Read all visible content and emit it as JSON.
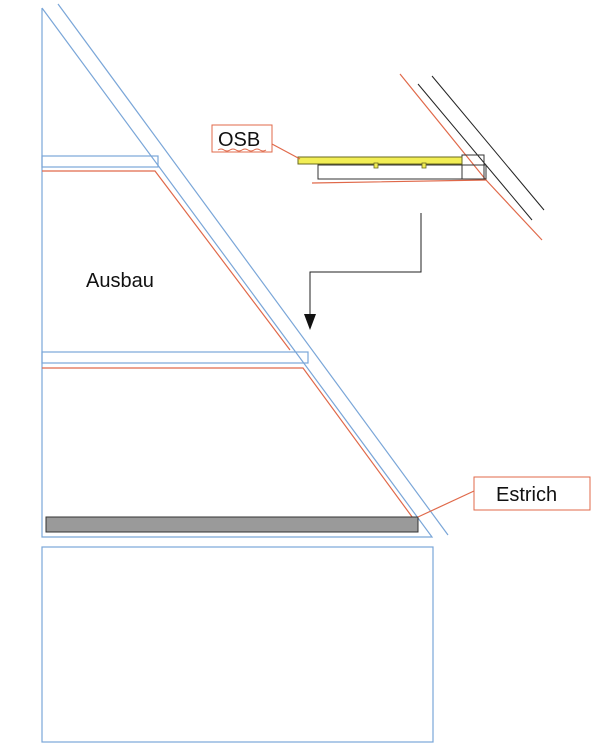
{
  "labels": {
    "ausbau": "Ausbau",
    "osb": "OSB",
    "estrich": "Estrich"
  },
  "colors": {
    "structure_blue": "#7aa6d8",
    "layer_red": "#e0694a",
    "osb_fill": "#f2ee55",
    "estrich_fill": "#9a9a9a",
    "line_black": "#222222"
  }
}
